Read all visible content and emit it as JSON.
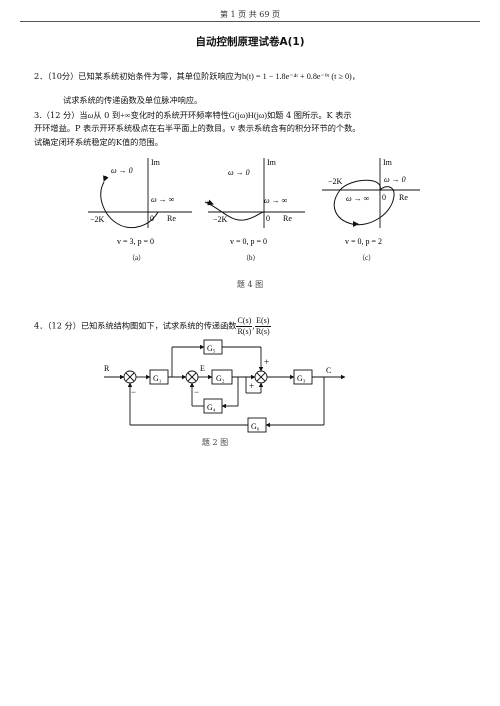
{
  "header": {
    "page_info": "第 1 页 共 69 页"
  },
  "title": "自动控制原理试卷A(1)",
  "q2": {
    "line1": "2．（10分）已知某系统初始条件为零，其单位阶跃响应为",
    "formula": "h(t) = 1 − 1.8e⁻⁴ᵗ + 0.8e⁻⁹ᵗ (t ≥ 0)，",
    "line2": "试求系统的传递函数及单位脉冲响应。"
  },
  "q3": {
    "line1a": "3.（12 分）当",
    "omega": "ω",
    "line1b": "从 0 到",
    "inf": "+∞",
    "line1c": "变化时的系统开环频率特性",
    "gh": "G(jω)H(jω)",
    "line1d": "如题 4 图所示。K 表示",
    "line2": "开环增益。P 表示开环系统极点在右半平面上的数目。v 表示系统含有的积分环节的个数。",
    "line3": "试确定闭环系统稳定的K值的范围。"
  },
  "nyquist": [
    {
      "im": "Im",
      "re": "Re",
      "origin": "0",
      "w0": "ω → 0",
      "winf": "ω → ∞",
      "k": "−2K",
      "params": "v = 3, p = 0",
      "sub": "（a）"
    },
    {
      "im": "Im",
      "re": "Re",
      "origin": "0",
      "w0": "ω → 0",
      "winf": "ω → ∞",
      "k": "−2K",
      "params": "v = 0, p = 0",
      "sub": "（b）"
    },
    {
      "im": "Im",
      "re": "Re",
      "origin": "0",
      "w0": "ω → 0",
      "winf": "ω → ∞",
      "k": "−2K",
      "params": "v = 0, p = 2",
      "sub": "（c）"
    }
  ],
  "fig4_caption": "题 4 图",
  "q4": {
    "text": "4．（12 分）已知系统结构图如下，试求系统的传递函数",
    "f1n": "C(s)",
    "f1d": "R(s)",
    "sep": ",",
    "f2n": "E(s)",
    "f2d": "R(s)"
  },
  "block": {
    "R": "R",
    "E": "E",
    "C": "C",
    "G1": "G₁",
    "G2": "G₂",
    "G3": "G₃",
    "G4": "G₄",
    "G5": "G₅",
    "G6": "G₆",
    "minus1": "−",
    "minus2": "−",
    "plus1": "+",
    "plus2": "+"
  },
  "fig2_caption": "题 2 图"
}
